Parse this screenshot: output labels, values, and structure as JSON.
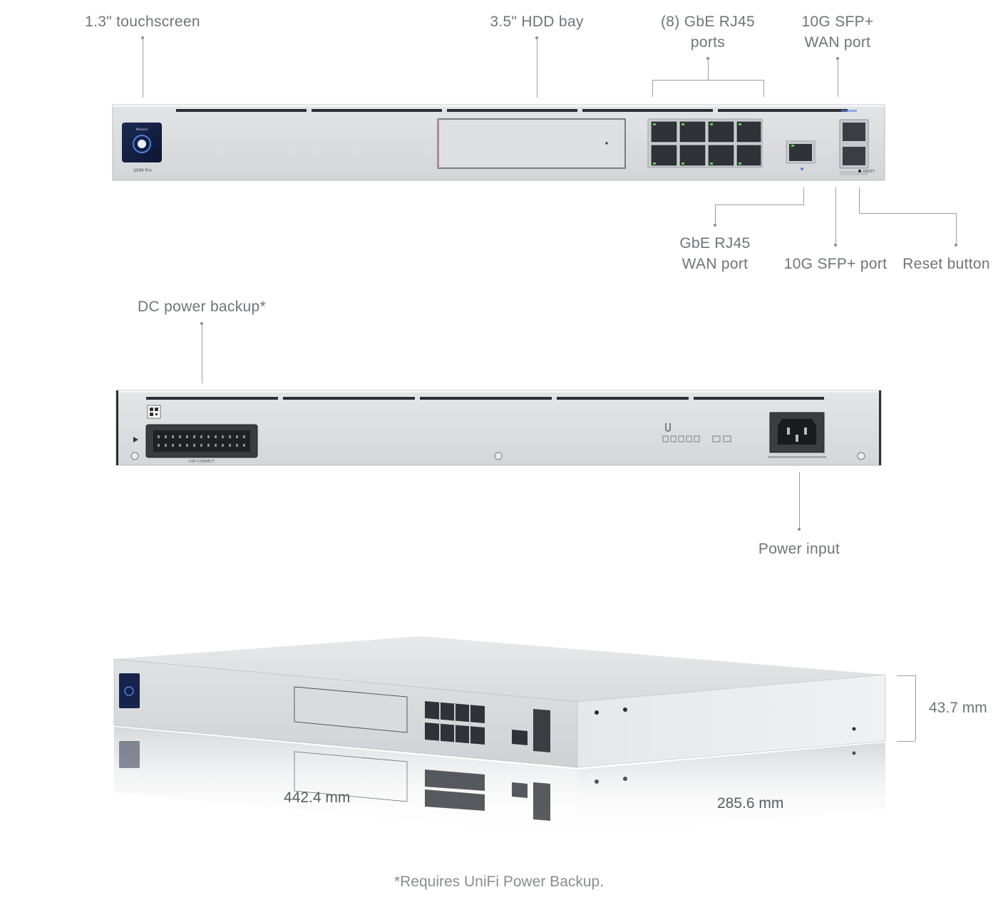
{
  "front_view": {
    "callouts": {
      "touchscreen": "1.3\" touchscreen",
      "hdd_bay": "3.5\" HDD bay",
      "gbe_ports_line1": "(8) GbE RJ45",
      "gbe_ports_line2": "ports",
      "sfp_wan_line1": "10G SFP+",
      "sfp_wan_line2": "WAN port",
      "gbe_wan_line1": "GbE RJ45",
      "gbe_wan_line2": "WAN port",
      "sfp_port": "10G SFP+ port",
      "reset_button": "Reset button"
    },
    "screen_label": "Network",
    "model_label": "UDM Pro",
    "reset_label": "RESET"
  },
  "rear_view": {
    "callouts": {
      "dc_power": "DC power backup*",
      "power_input": "Power input"
    },
    "usp_label": "USP CONNECT"
  },
  "dimensions": {
    "height": "43.7 mm",
    "width": "442.4 mm",
    "depth": "285.6 mm"
  },
  "footnote": "*Requires UniFi Power Backup."
}
